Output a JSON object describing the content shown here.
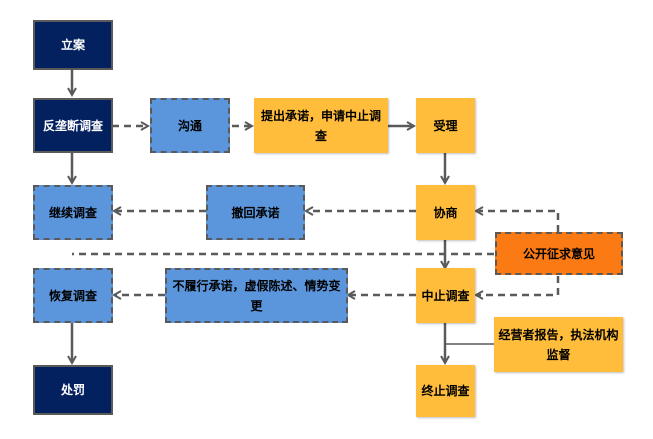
{
  "diagram": {
    "nodes": {
      "lian": "立案",
      "fanlongduan": "反垄断调查",
      "goutong": "沟通",
      "tichu": "提出承诺，申请中止调查",
      "shouli": "受理",
      "jixu": "继续调查",
      "chehui": "撤回承诺",
      "xieshang": "协商",
      "gongkai": "公开征求意见",
      "huifu": "恢复调查",
      "bulvxing": "不履行承诺，虚假陈述、情势变更",
      "zhongzhi": "中止调查",
      "jingyingzhe": "经营者报告，执法机构监督",
      "chufa": "处罚",
      "zhongzhi_end": "终止调查"
    },
    "colors": {
      "navy": "#03205f",
      "blue": "#5b95db",
      "yellow": "#ffbd3b",
      "orange": "#fb7a14",
      "line": "#5a5a5a"
    }
  }
}
